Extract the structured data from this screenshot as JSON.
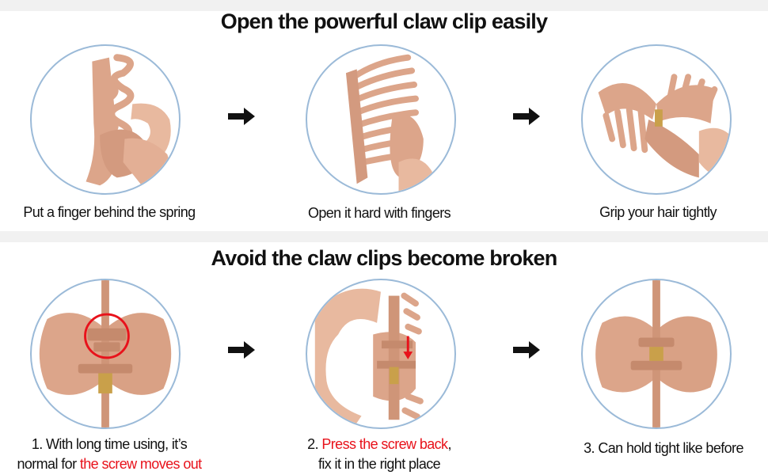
{
  "section1": {
    "title": "Open the powerful claw clip easily",
    "steps": [
      {
        "caption": "Put a finger behind the spring"
      },
      {
        "caption": "Open it hard with fingers"
      },
      {
        "caption": "Grip your hair tightly"
      }
    ]
  },
  "section2": {
    "title": "Avoid the claw clips become broken",
    "steps": [
      {
        "line1": "1. With long time using, it’s",
        "line2_plain": "normal for ",
        "line2_red": "the screw moves out"
      },
      {
        "line1_plain": "2. ",
        "line1_red": "Press the screw back",
        "line1_end": ",",
        "line2": "fix it in the right place"
      },
      {
        "line1": "3. Can hold tight like before"
      }
    ]
  },
  "colors": {
    "clip": "#dca58a",
    "clip_shadow": "#c28a6f",
    "skin": "#e8b99f",
    "circle_border": "#9bbad8",
    "highlight_red": "#e8121b",
    "band": "#f1f1f1"
  },
  "icons": [
    "arrow-right-icon",
    "red-circle-marker",
    "red-down-arrow-icon"
  ]
}
